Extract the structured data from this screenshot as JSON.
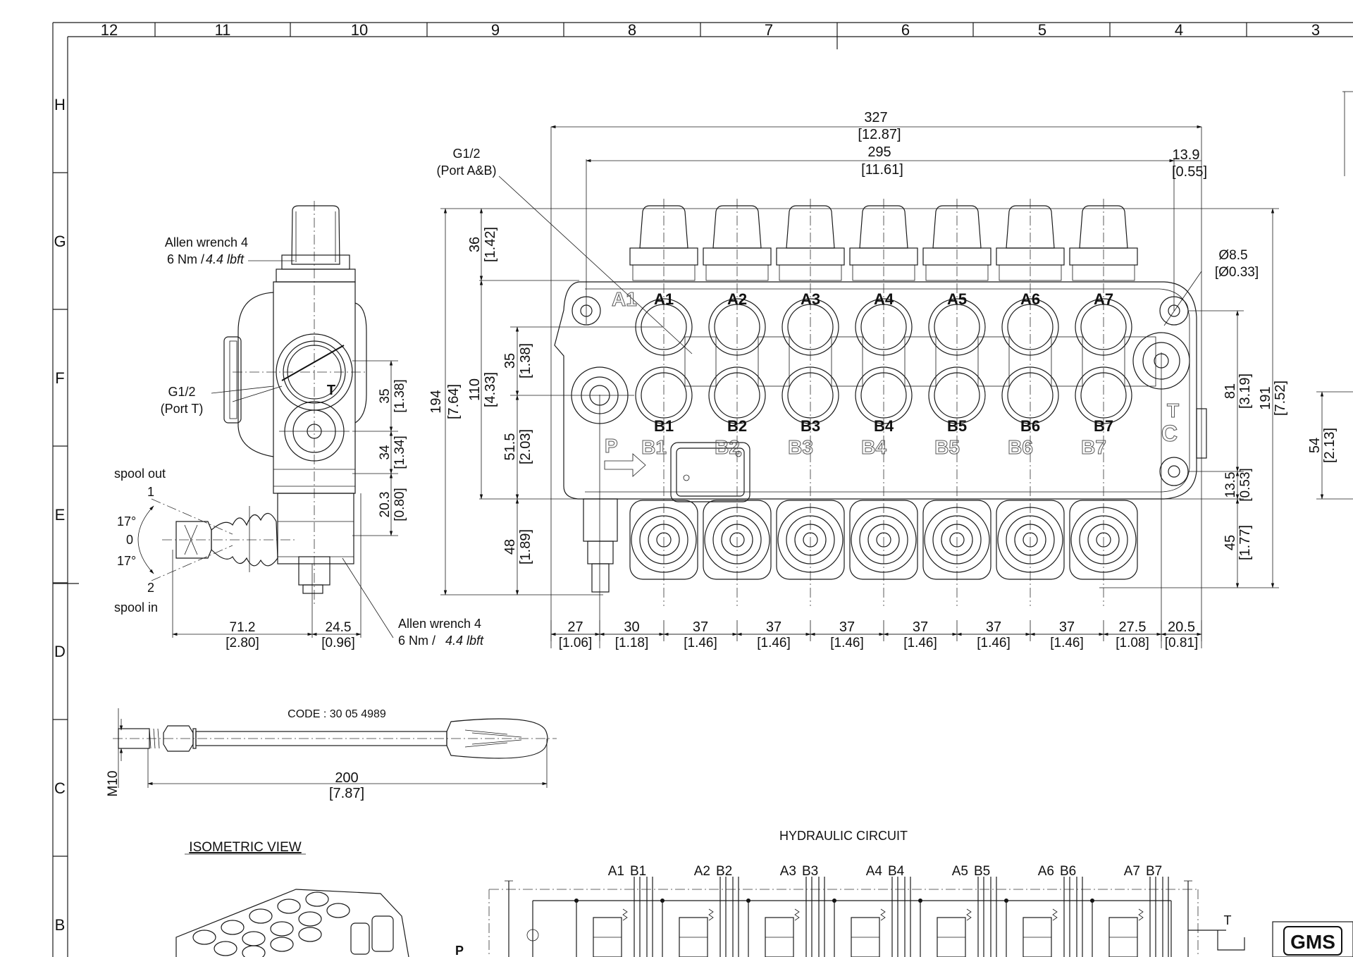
{
  "border": {
    "columns": [
      "12",
      "11",
      "10",
      "9",
      "8",
      "7",
      "6",
      "5",
      "4",
      "3"
    ],
    "rows": [
      "H",
      "G",
      "F",
      "E",
      "D",
      "C",
      "B"
    ]
  },
  "side_view": {
    "allen_top_line1": "Allen wrench 4",
    "allen_top_line2": "6 Nm / ",
    "allen_top_torque": "4.4 lbft",
    "port_t_line1": "G1/2",
    "port_t_line2": "(Port T)",
    "t_label": "T",
    "spool_out": "spool out",
    "spool_in": "spool in",
    "pos1": "1",
    "pos0": "0",
    "pos2": "2",
    "angle_top": "17°",
    "angle_bottom": "17°",
    "allen_bottom_line1": "Allen wrench 4",
    "allen_bottom_line2": "6 Nm / ",
    "allen_bottom_torque": "4.4 lbft",
    "dims": {
      "d35": "35",
      "d35i": "[1.38]",
      "d34": "34",
      "d34i": "[1.34]",
      "d203": "20.3",
      "d203i": "[0.80]",
      "d712": "71.2",
      "d712i": "[2.80]",
      "d245": "24.5",
      "d245i": "[0.96]"
    }
  },
  "front_view": {
    "port_ab_line1": "G1/2",
    "port_ab_line2": "(Port A&B)",
    "a_ports": [
      "A1",
      "A2",
      "A3",
      "A4",
      "A5",
      "A6",
      "A7"
    ],
    "b_ports": [
      "B1",
      "B2",
      "B3",
      "B4",
      "B5",
      "B6",
      "B7"
    ],
    "ghost_a": "A1",
    "ghost_p": "P",
    "ghost_b": [
      "B1",
      "B2",
      "B3",
      "B4",
      "B5",
      "B6",
      "B7"
    ],
    "ghost_t": "T",
    "ghost_c": "C",
    "hole_dia": "Ø8.5",
    "hole_dia_i": "[Ø0.33]",
    "dims": {
      "d327": "327",
      "d327i": "[12.87]",
      "d295": "295",
      "d295i": "[11.61]",
      "d139": "13.9",
      "d139i": "[0.55]",
      "d36": "36",
      "d36i": "[1.42]",
      "d194": "194",
      "d194i": "[7.64]",
      "d110": "110",
      "d110i": "[4.33]",
      "d35": "35",
      "d35i": "[1.38]",
      "d515": "51.5",
      "d515i": "[2.03]",
      "d48": "48",
      "d48i": "[1.89]",
      "d81": "81",
      "d81i": "[3.19]",
      "d191": "191",
      "d191i": "[7.52]",
      "d135": "13.5",
      "d135i": "[0.53]",
      "d45": "45",
      "d45i": "[1.77]",
      "d54": "54",
      "d54i": "[2.13]"
    },
    "bottom_dims": [
      {
        "v": "27",
        "i": "[1.06]"
      },
      {
        "v": "30",
        "i": "[1.18]"
      },
      {
        "v": "37",
        "i": "[1.46]"
      },
      {
        "v": "37",
        "i": "[1.46]"
      },
      {
        "v": "37",
        "i": "[1.46]"
      },
      {
        "v": "37",
        "i": "[1.46]"
      },
      {
        "v": "37",
        "i": "[1.46]"
      },
      {
        "v": "37",
        "i": "[1.46]"
      },
      {
        "v": "27.5",
        "i": "[1.08]"
      },
      {
        "v": "20.5",
        "i": "[0.81]"
      }
    ]
  },
  "lever": {
    "code": "CODE : 30 05 4989",
    "length": "200",
    "length_i": "[7.87]",
    "thread": "M10"
  },
  "isometric_title": "ISOMETRIC VIEW",
  "hydraulic": {
    "title": "HYDRAULIC CIRCUIT",
    "sections": [
      {
        "a": "A1",
        "b": "B1"
      },
      {
        "a": "A2",
        "b": "B2"
      },
      {
        "a": "A3",
        "b": "B3"
      },
      {
        "a": "A4",
        "b": "B4"
      },
      {
        "a": "A5",
        "b": "B5"
      },
      {
        "a": "A6",
        "b": "B6"
      },
      {
        "a": "A7",
        "b": "B7"
      }
    ],
    "p_label": "P",
    "t_label": "T"
  },
  "logo": "GMS"
}
